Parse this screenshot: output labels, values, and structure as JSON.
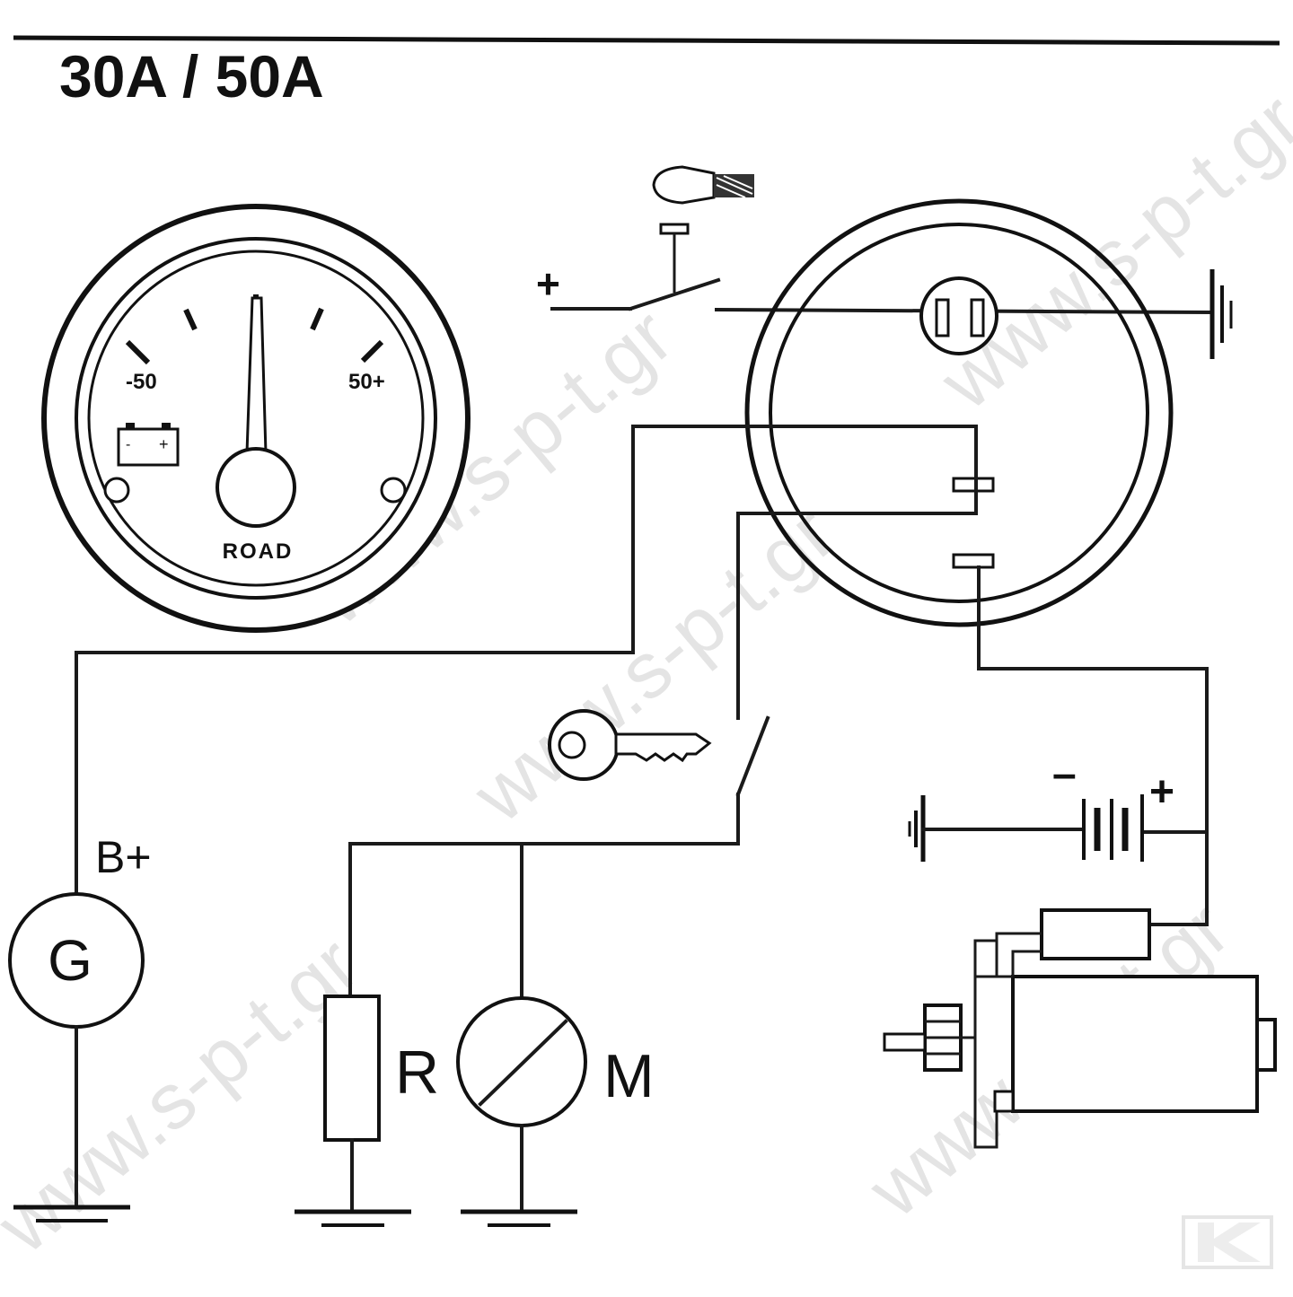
{
  "title": "30A / 50A",
  "gauge": {
    "scale_min_label": "-50",
    "scale_max_label": "50+",
    "brand_label": "ROAD",
    "battery_minus": "-",
    "battery_plus": "+"
  },
  "switch_plus_label": "+",
  "battery_minus_label": "–",
  "battery_plus_label": "+",
  "generator": {
    "label": "G",
    "terminal_label": "B+"
  },
  "resistor_label": "R",
  "motor_label": "M",
  "watermark": "www.s-p-t.gr",
  "icons": [
    "lamp-icon",
    "key-icon",
    "ground-icon",
    "battery-icon",
    "starter-motor-icon",
    "logo-icon"
  ],
  "colors": {
    "ink": "#1a1a1a",
    "background": "#ffffff",
    "watermark": "#cfcfcf"
  }
}
